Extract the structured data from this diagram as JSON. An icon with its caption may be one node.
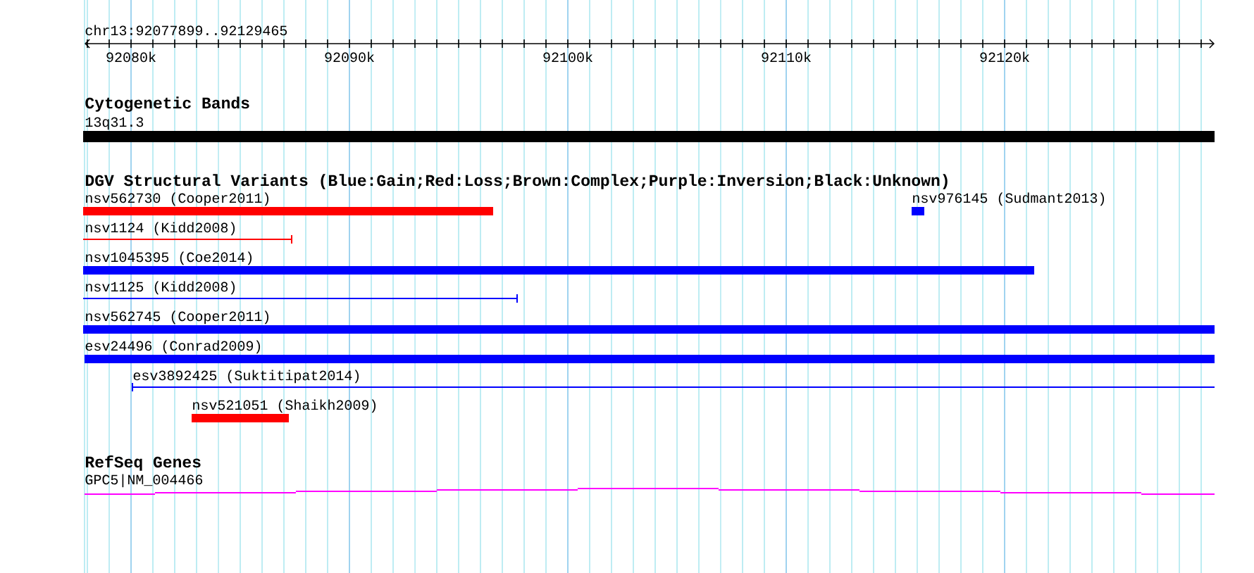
{
  "diagram": {
    "labels": [
      "chr13:92077899..92129465",
      "92080k",
      "92090k",
      "92100k",
      "92110k",
      "92120k",
      "Cytogenetic Bands",
      "13q31.3",
      "DGV Structural Variants (Blue:Gain;Red:Loss;Brown:Complex;Purple:Inversion;Black:Unknown)",
      "nsv562730 (Cooper2011)",
      "nsv976145 (Sudmant2013)",
      "nsv1124 (Kidd2008)",
      "nsv1045395 (Coe2014)",
      "nsv1125 (Kidd2008)",
      "nsv562745 (Cooper2011)",
      "esv24496 (Conrad2009)",
      "esv3892425 (Suktitipat2014)",
      "nsv521051 (Shaikh2009)",
      "RefSeq Genes",
      "GPC5|NM_004466"
    ]
  }
}
